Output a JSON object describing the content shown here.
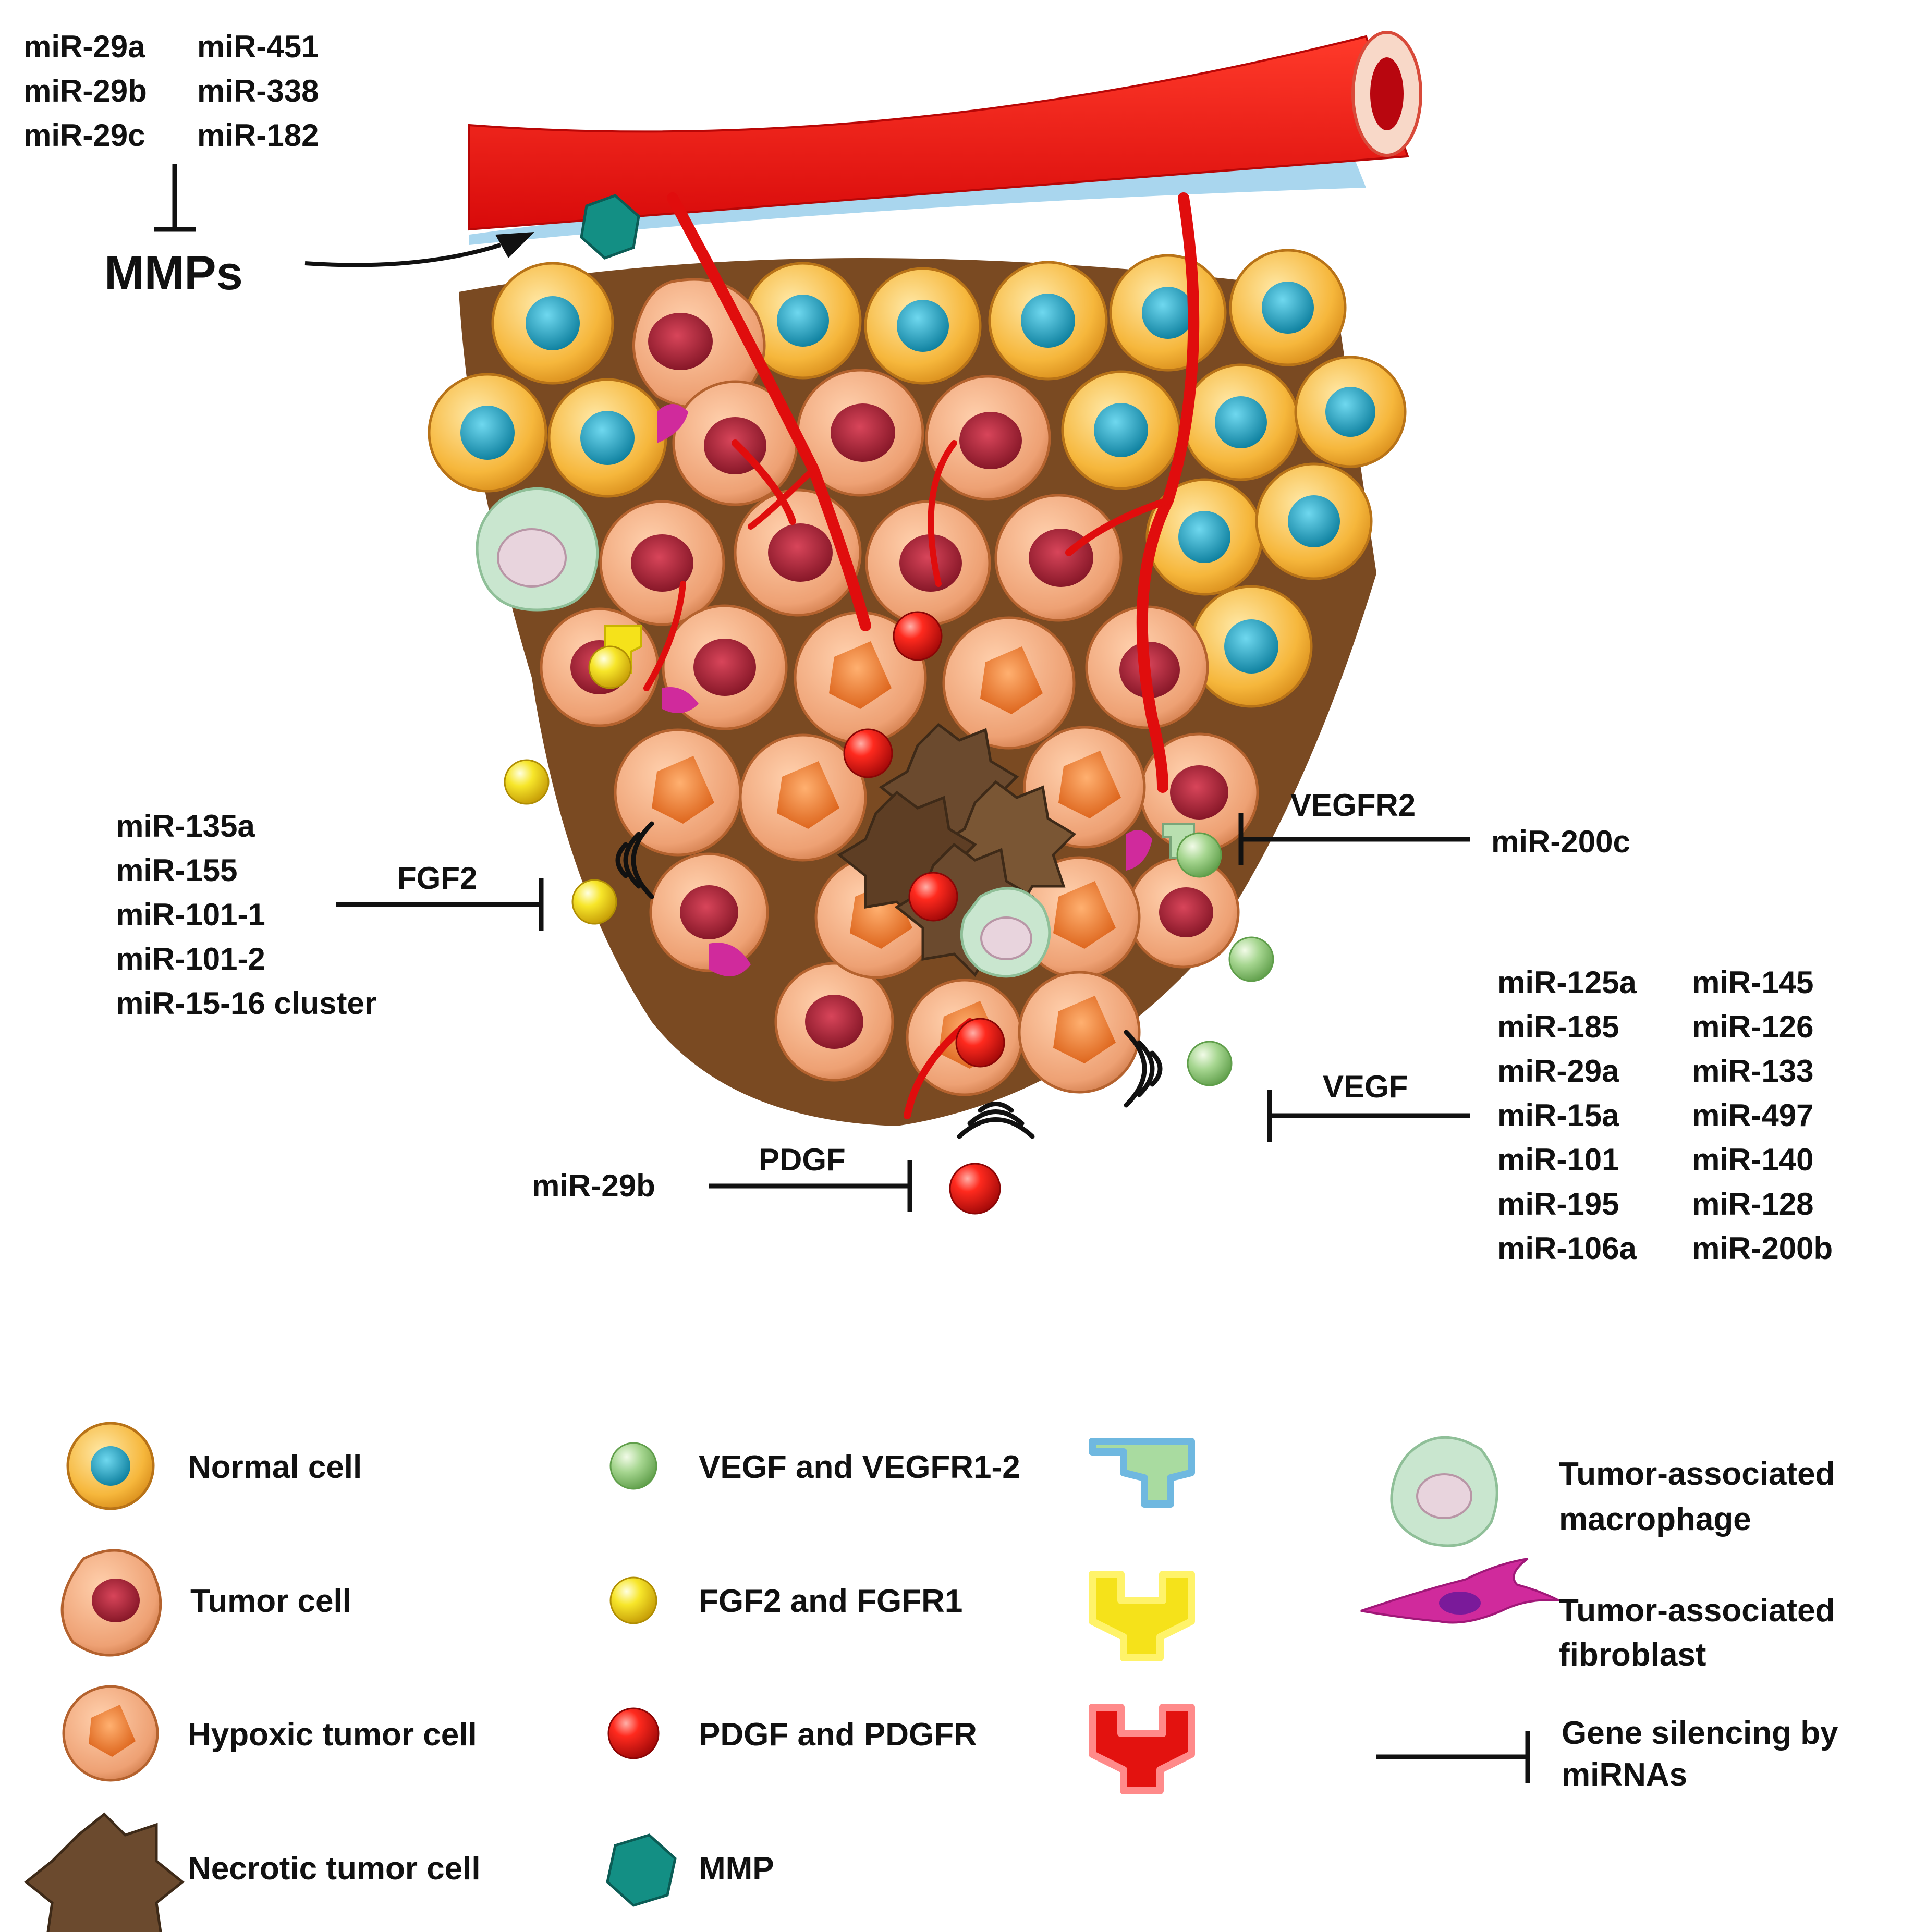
{
  "mmp_block": {
    "mirs_col1": [
      "miR-29a",
      "miR-29b",
      "miR-29c"
    ],
    "mirs_col2": [
      "miR-451",
      "miR-338",
      "miR-182"
    ],
    "target": "MMPs"
  },
  "fgf_block": {
    "mirs": [
      "miR-135a",
      "miR-155",
      "miR-101-1",
      "miR-101-2",
      "miR-15-16 cluster"
    ],
    "target": "FGF2"
  },
  "vegfr2_block": {
    "target": "VEGFR2",
    "mir": "miR-200c"
  },
  "vegf_block": {
    "target": "VEGF",
    "mirs_col1": [
      "miR-125a",
      "miR-185",
      "miR-29a",
      "miR-15a",
      "miR-101",
      "miR-195",
      "miR-106a"
    ],
    "mirs_col2": [
      "miR-145",
      "miR-126",
      "miR-133",
      "miR-497",
      "miR-140",
      "miR-128",
      "miR-200b"
    ]
  },
  "pdgf_block": {
    "target": "PDGF",
    "mir": "miR-29b"
  },
  "legend": {
    "cells": [
      "Normal cell",
      "Tumor cell",
      "Hypoxic tumor cell",
      "Necrotic tumor cell"
    ],
    "factors": [
      "VEGF and VEGFR1-2",
      "FGF2 and FGFR1",
      "PDGF and PDGFR",
      "MMP"
    ],
    "others": [
      [
        "Tumor-associated",
        "macrophage"
      ],
      [
        "Tumor-associated",
        "fibroblast"
      ],
      [
        "Gene silencing by",
        "miRNAs"
      ]
    ]
  },
  "colors": {
    "vessel": "#e8100f",
    "normal_cell": "#f6b73c",
    "nucleus_normal": "#1aa3c4",
    "tumor_cell": "#eea174",
    "tumor_nucleus": "#9a1e2c",
    "hypoxic_nucleus": "#e8701e",
    "necrotic": "#6b4a2e",
    "vegf": "#9fd08a",
    "fgf": "#f5e21a",
    "pdgf": "#e3120f",
    "mmp": "#138f84",
    "macrophage": "#c9e6cf",
    "fibroblast": "#d02a9c"
  }
}
